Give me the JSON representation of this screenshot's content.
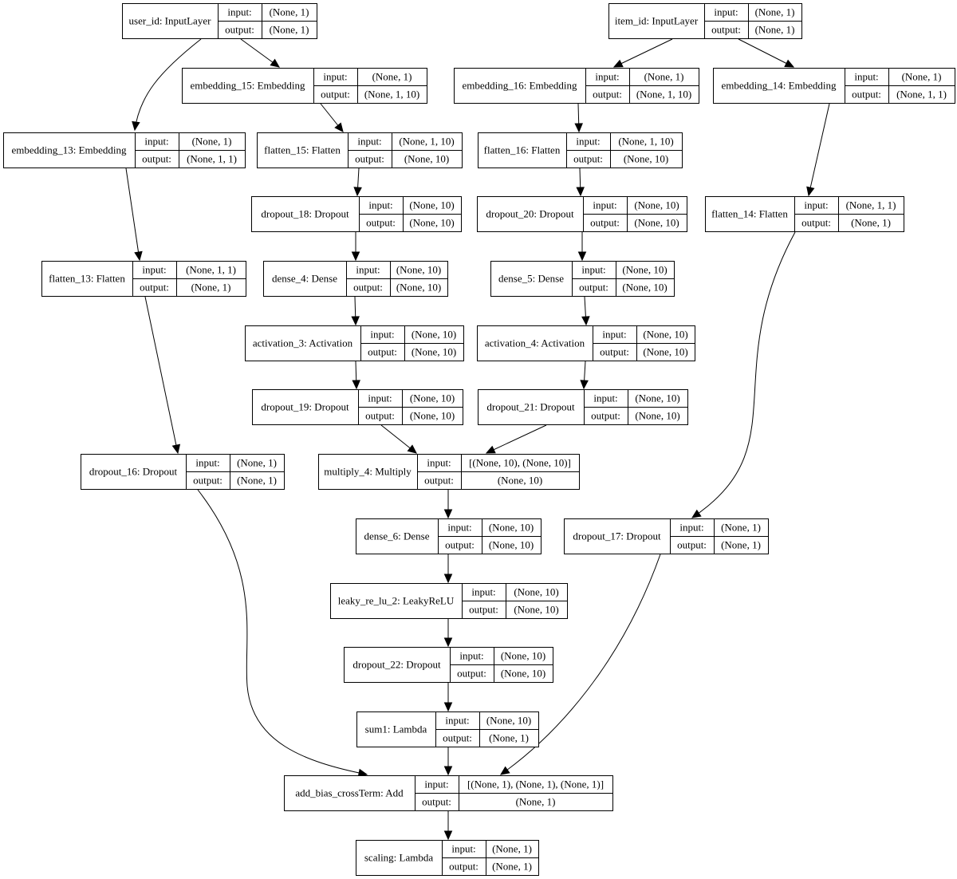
{
  "diagram": {
    "nodes": [
      {
        "id": "user_id",
        "name": "user_id: InputLayer",
        "input_label": "input:",
        "input": "(None, 1)",
        "output_label": "output:",
        "output": "(None, 1)"
      },
      {
        "id": "item_id",
        "name": "item_id: InputLayer",
        "input_label": "input:",
        "input": "(None, 1)",
        "output_label": "output:",
        "output": "(None, 1)"
      },
      {
        "id": "embedding_15",
        "name": "embedding_15: Embedding",
        "input_label": "input:",
        "input": "(None, 1)",
        "output_label": "output:",
        "output": "(None, 1, 10)"
      },
      {
        "id": "embedding_16",
        "name": "embedding_16: Embedding",
        "input_label": "input:",
        "input": "(None, 1)",
        "output_label": "output:",
        "output": "(None, 1, 10)"
      },
      {
        "id": "embedding_14",
        "name": "embedding_14: Embedding",
        "input_label": "input:",
        "input": "(None, 1)",
        "output_label": "output:",
        "output": "(None, 1, 1)"
      },
      {
        "id": "embedding_13",
        "name": "embedding_13: Embedding",
        "input_label": "input:",
        "input": "(None, 1)",
        "output_label": "output:",
        "output": "(None, 1, 1)"
      },
      {
        "id": "flatten_15",
        "name": "flatten_15: Flatten",
        "input_label": "input:",
        "input": "(None, 1, 10)",
        "output_label": "output:",
        "output": "(None, 10)"
      },
      {
        "id": "flatten_16",
        "name": "flatten_16: Flatten",
        "input_label": "input:",
        "input": "(None, 1, 10)",
        "output_label": "output:",
        "output": "(None, 10)"
      },
      {
        "id": "dropout_18",
        "name": "dropout_18: Dropout",
        "input_label": "input:",
        "input": "(None, 10)",
        "output_label": "output:",
        "output": "(None, 10)"
      },
      {
        "id": "dropout_20",
        "name": "dropout_20: Dropout",
        "input_label": "input:",
        "input": "(None, 10)",
        "output_label": "output:",
        "output": "(None, 10)"
      },
      {
        "id": "flatten_14",
        "name": "flatten_14: Flatten",
        "input_label": "input:",
        "input": "(None, 1, 1)",
        "output_label": "output:",
        "output": "(None, 1)"
      },
      {
        "id": "flatten_13",
        "name": "flatten_13: Flatten",
        "input_label": "input:",
        "input": "(None, 1, 1)",
        "output_label": "output:",
        "output": "(None, 1)"
      },
      {
        "id": "dense_4",
        "name": "dense_4: Dense",
        "input_label": "input:",
        "input": "(None, 10)",
        "output_label": "output:",
        "output": "(None, 10)"
      },
      {
        "id": "dense_5",
        "name": "dense_5: Dense",
        "input_label": "input:",
        "input": "(None, 10)",
        "output_label": "output:",
        "output": "(None, 10)"
      },
      {
        "id": "activation_3",
        "name": "activation_3: Activation",
        "input_label": "input:",
        "input": "(None, 10)",
        "output_label": "output:",
        "output": "(None, 10)"
      },
      {
        "id": "activation_4",
        "name": "activation_4: Activation",
        "input_label": "input:",
        "input": "(None, 10)",
        "output_label": "output:",
        "output": "(None, 10)"
      },
      {
        "id": "dropout_19",
        "name": "dropout_19: Dropout",
        "input_label": "input:",
        "input": "(None, 10)",
        "output_label": "output:",
        "output": "(None, 10)"
      },
      {
        "id": "dropout_21",
        "name": "dropout_21: Dropout",
        "input_label": "input:",
        "input": "(None, 10)",
        "output_label": "output:",
        "output": "(None, 10)"
      },
      {
        "id": "dropout_16",
        "name": "dropout_16: Dropout",
        "input_label": "input:",
        "input": "(None, 1)",
        "output_label": "output:",
        "output": "(None, 1)"
      },
      {
        "id": "multiply_4",
        "name": "multiply_4: Multiply",
        "input_label": "input:",
        "input": "[(None, 10), (None, 10)]",
        "output_label": "output:",
        "output": "(None, 10)"
      },
      {
        "id": "dense_6",
        "name": "dense_6: Dense",
        "input_label": "input:",
        "input": "(None, 10)",
        "output_label": "output:",
        "output": "(None, 10)"
      },
      {
        "id": "dropout_17",
        "name": "dropout_17: Dropout",
        "input_label": "input:",
        "input": "(None, 1)",
        "output_label": "output:",
        "output": "(None, 1)"
      },
      {
        "id": "leaky_re_lu_2",
        "name": "leaky_re_lu_2: LeakyReLU",
        "input_label": "input:",
        "input": "(None, 10)",
        "output_label": "output:",
        "output": "(None, 10)"
      },
      {
        "id": "dropout_22",
        "name": "dropout_22: Dropout",
        "input_label": "input:",
        "input": "(None, 10)",
        "output_label": "output:",
        "output": "(None, 10)"
      },
      {
        "id": "sum1",
        "name": "sum1: Lambda",
        "input_label": "input:",
        "input": "(None, 10)",
        "output_label": "output:",
        "output": "(None, 1)"
      },
      {
        "id": "add_bias_crossTerm",
        "name": "add_bias_crossTerm: Add",
        "input_label": "input:",
        "input": "[(None, 1), (None, 1), (None, 1)]",
        "output_label": "output:",
        "output": "(None, 1)"
      },
      {
        "id": "scaling",
        "name": "scaling: Lambda",
        "input_label": "input:",
        "input": "(None, 1)",
        "output_label": "output:",
        "output": "(None, 1)"
      }
    ],
    "edges": [
      {
        "from": "user_id",
        "to": "embedding_13"
      },
      {
        "from": "user_id",
        "to": "embedding_15"
      },
      {
        "from": "item_id",
        "to": "embedding_16"
      },
      {
        "from": "item_id",
        "to": "embedding_14"
      },
      {
        "from": "embedding_13",
        "to": "flatten_13"
      },
      {
        "from": "embedding_15",
        "to": "flatten_15"
      },
      {
        "from": "embedding_16",
        "to": "flatten_16"
      },
      {
        "from": "embedding_14",
        "to": "flatten_14"
      },
      {
        "from": "flatten_15",
        "to": "dropout_18"
      },
      {
        "from": "flatten_16",
        "to": "dropout_20"
      },
      {
        "from": "dropout_18",
        "to": "dense_4"
      },
      {
        "from": "dropout_20",
        "to": "dense_5"
      },
      {
        "from": "dense_4",
        "to": "activation_3"
      },
      {
        "from": "dense_5",
        "to": "activation_4"
      },
      {
        "from": "activation_3",
        "to": "dropout_19"
      },
      {
        "from": "activation_4",
        "to": "dropout_21"
      },
      {
        "from": "flatten_13",
        "to": "dropout_16"
      },
      {
        "from": "dropout_19",
        "to": "multiply_4"
      },
      {
        "from": "dropout_21",
        "to": "multiply_4"
      },
      {
        "from": "flatten_14",
        "to": "dropout_17"
      },
      {
        "from": "multiply_4",
        "to": "dense_6"
      },
      {
        "from": "dense_6",
        "to": "leaky_re_lu_2"
      },
      {
        "from": "leaky_re_lu_2",
        "to": "dropout_22"
      },
      {
        "from": "dropout_22",
        "to": "sum1"
      },
      {
        "from": "dropout_16",
        "to": "add_bias_crossTerm"
      },
      {
        "from": "sum1",
        "to": "add_bias_crossTerm"
      },
      {
        "from": "dropout_17",
        "to": "add_bias_crossTerm"
      },
      {
        "from": "add_bias_crossTerm",
        "to": "scaling"
      }
    ]
  }
}
